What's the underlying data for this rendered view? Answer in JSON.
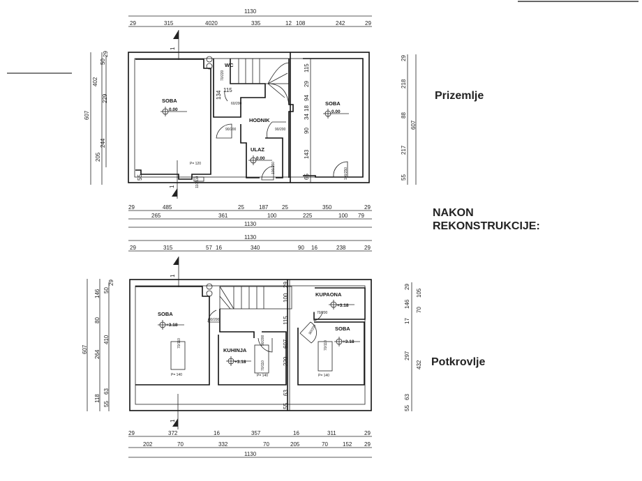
{
  "labels": {
    "ground_floor": "Prizemlje",
    "after_reconstruction_1": "NAKON",
    "after_reconstruction_2": "REKONSTRUKCIJE:",
    "attic": "Potkrovlje"
  },
  "ground": {
    "rooms": {
      "soba_left": "SOBA",
      "wc": "WC",
      "hodnik": "HODNIK",
      "ulaz": "ULAZ",
      "soba_right": "SOBA"
    },
    "levels": {
      "soba_left": "0.00",
      "soba_right": "0.00",
      "ulaz": "0.00"
    },
    "section_mark": "1",
    "parapet": "P= 120",
    "doors": [
      "60/200",
      "90/200",
      "90/200",
      "100/250",
      "100/250",
      "70/220",
      "110/110",
      "115"
    ],
    "dims_top": [
      "1130",
      "29",
      "315",
      "4020",
      "335",
      "12",
      "108",
      "242",
      "29"
    ],
    "dims_left": [
      "607",
      "402",
      "205",
      "50",
      "29",
      "229",
      "244",
      "55"
    ],
    "dims_right": [
      "29",
      "218",
      "88",
      "607",
      "217",
      "55"
    ],
    "dims_inner": [
      "115",
      "29",
      "94",
      "18",
      "34",
      "90",
      "143",
      "65",
      "134"
    ],
    "dims_bottom_1": [
      "29",
      "485",
      "25",
      "187",
      "25",
      "350",
      "29"
    ],
    "dims_bottom_2": [
      "265",
      "361",
      "100",
      "225",
      "100",
      "79"
    ],
    "dims_bottom_total": "1130"
  },
  "attic": {
    "rooms": {
      "soba_left": "SOBA",
      "kupaona": "KUPAONA",
      "kuhinja": "KUHINJA",
      "soba_right": "SOBA"
    },
    "levels": {
      "soba_left": "+3.18",
      "kupaona": "+3.18",
      "kuhinja": "+3.18",
      "soba_right": "+3.18"
    },
    "section_mark": "1",
    "parapets": [
      "P= 140",
      "P= 140",
      "P= 140"
    ],
    "doors": [
      "80/200",
      "90/200",
      "70/200",
      "80/200",
      "70/110",
      "70/110",
      "70/110"
    ],
    "dims_top_total": "1130",
    "dims_top": [
      "29",
      "315",
      "57",
      "16",
      "340",
      "90",
      "16",
      "238",
      "29"
    ],
    "dims_left": [
      "607",
      "146",
      "80",
      "264",
      "118",
      "50",
      "29",
      "410",
      "63",
      "55"
    ],
    "dims_right": [
      "29",
      "146",
      "17",
      "297",
      "63",
      "55",
      "105",
      "70",
      "432"
    ],
    "dims_inner": [
      "29",
      "100",
      "115",
      "607",
      "229",
      "63",
      "55"
    ],
    "dims_bottom_1": [
      "29",
      "372",
      "16",
      "357",
      "16",
      "311",
      "29"
    ],
    "dims_bottom_2": [
      "202",
      "70",
      "332",
      "70",
      "205",
      "70",
      "152",
      "29"
    ],
    "dims_bottom_total": "1130"
  }
}
